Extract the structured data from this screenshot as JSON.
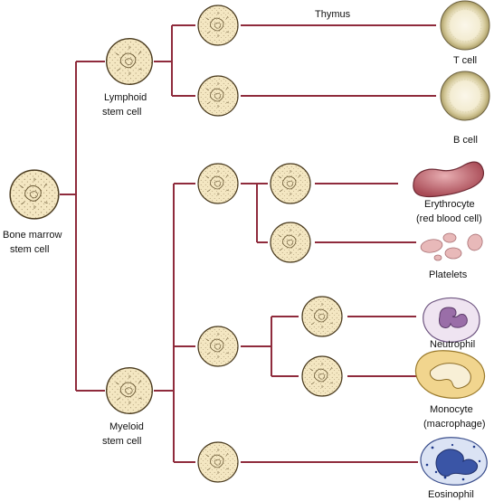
{
  "colors": {
    "connector": "#8f2b3c",
    "stem_fill": "#f4e7c2",
    "stem_stroke": "#4a3b1f",
    "mature_outer": "#c9bd8a",
    "mature_inner": "#f8f3e1",
    "erythrocyte": "#b25a62",
    "platelet": "#e6b4b4",
    "neutrophil_fill": "#eee3f0",
    "neutrophil_nucleus": "#9a6ea8",
    "monocyte_fill": "#f1d58e",
    "monocyte_nucleus": "#f4e9ca",
    "eosinophil_fill": "#dbe4f5",
    "eosinophil_nucleus": "#2f4a98"
  },
  "labels": {
    "bone_marrow_line1": "Bone marrow",
    "bone_marrow_line2": "stem cell",
    "lymphoid_line1": "Lymphoid",
    "lymphoid_line2": "stem cell",
    "myeloid_line1": "Myeloid",
    "myeloid_line2": "stem cell",
    "thymus": "Thymus",
    "t_cell": "T cell",
    "b_cell": "B cell",
    "erythrocyte_line1": "Erythrocyte",
    "erythrocyte_line2": "(red blood cell)",
    "platelets": "Platelets",
    "neutrophil": "Neutrophil",
    "monocyte_line1": "Monocyte",
    "monocyte_line2": "(macrophage)",
    "eosinophil": "Eosinophil"
  }
}
